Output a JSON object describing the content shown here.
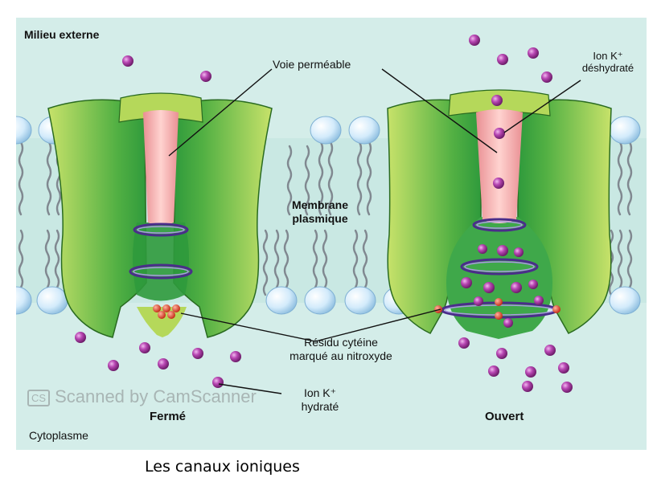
{
  "labels": {
    "milieu_externe": "Milieu externe",
    "cytoplasme": "Cytoplasme",
    "voie_permeable": "Voie perméable",
    "membrane_line1": "Membrane",
    "membrane_line2": "plasmique",
    "ion_deshydrate_line1": "Ion K⁺",
    "ion_deshydrate_line2": "déshydraté",
    "residu_line1": "Résidu cytéine",
    "residu_line2": "marqué au nitroxyde",
    "ion_hydrate_line1": "Ion K⁺",
    "ion_hydrate_line2": "hydraté",
    "ferme": "Fermé",
    "ouvert": "Ouvert"
  },
  "watermark": {
    "logo": "CS",
    "text": "Scanned by CamScanner"
  },
  "caption": "Les canaux ioniques",
  "colors": {
    "background": "#d4ede9",
    "channel_light": "#c7e26a",
    "channel_dark": "#2f9a3c",
    "pore": "#f1a4a4",
    "ion": "#a23a9e",
    "ring": "#5b3c9b",
    "lipid_head": "#d9eefc",
    "residue": "#e53d2a"
  }
}
